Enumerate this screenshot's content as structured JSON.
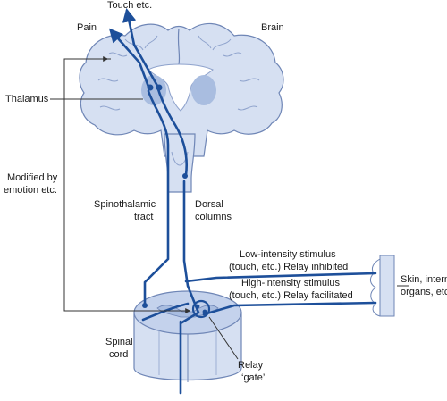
{
  "labels": {
    "touch": "Touch etc.",
    "pain": "Pain",
    "brain": "Brain",
    "thalamus": "Thalamus",
    "modified_1": "Modified by",
    "modified_2": "emotion etc.",
    "spinothalamic_1": "Spinothalamic",
    "spinothalamic_2": "tract",
    "dorsal_1": "Dorsal",
    "dorsal_2": "columns",
    "low_1": "Low-intensity stimulus",
    "low_2": "(touch, etc.) Relay inhibited",
    "high_1": "High-intensity stimulus",
    "high_2": "(touch, etc.) Relay facilitated",
    "skin_1": "Skin, internal",
    "skin_2": "organs, etc.",
    "spinal_1": "Spinal",
    "spinal_2": "cord",
    "relay_1": "Relay",
    "relay_2": "‘gate’"
  },
  "colors": {
    "nerve": "#1d4f9a",
    "tissue_fill": "#d6e0f2",
    "tissue_dark": "#a9bde0",
    "outline": "#6f86b6",
    "leader": "#333333"
  }
}
